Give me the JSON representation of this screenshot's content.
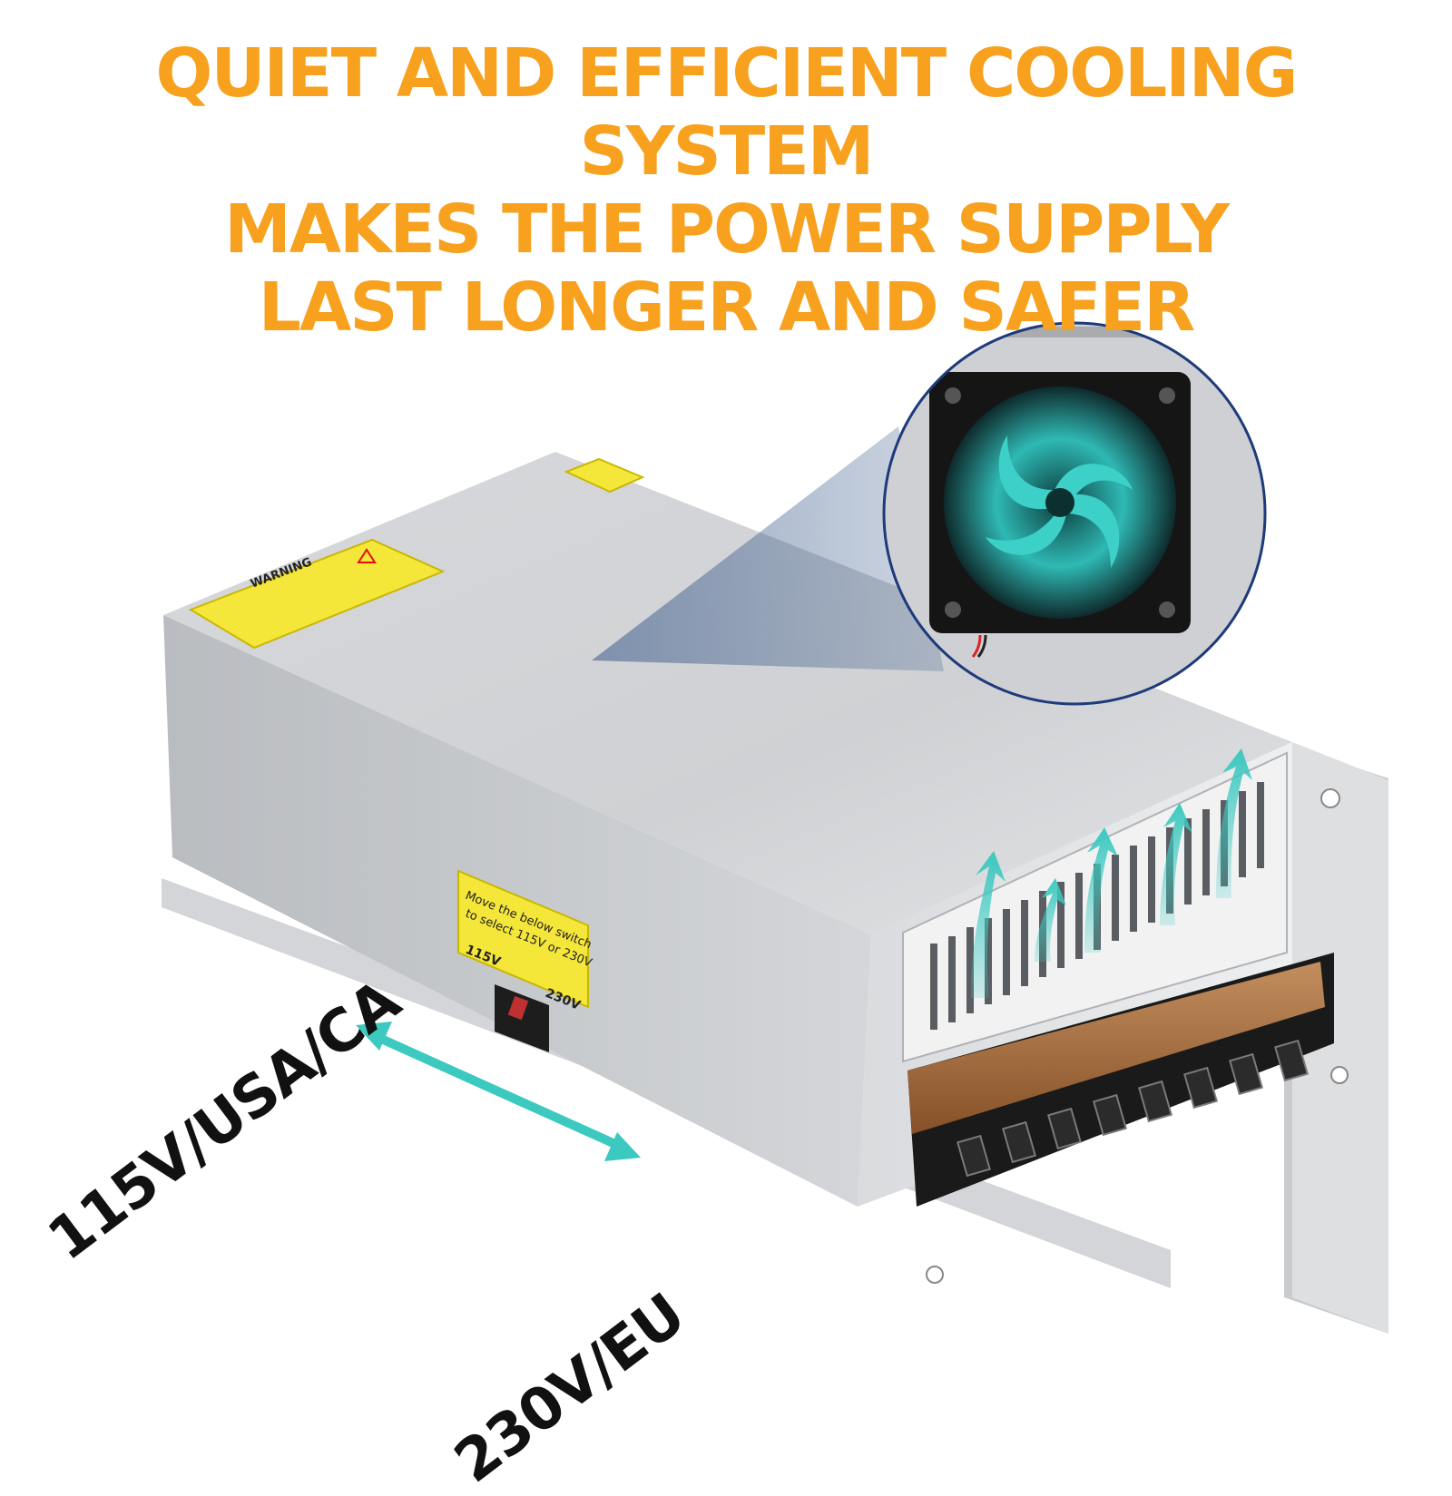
{
  "headline": {
    "lines": [
      "QUIET AND EFFICIENT COOLING SYSTEM",
      "MAKES THE POWER SUPPLY",
      "LAST LONGER AND SAFER"
    ],
    "color": "#F7A11E"
  },
  "labels": {
    "voltage_115": "115V/USA/CA",
    "voltage_230": "230V/EU",
    "switch_sticker_line1": "Move the below switch",
    "switch_sticker_line2": "to select 115V or 230V",
    "switch_115": "115V",
    "switch_230": "230V",
    "warning_title": "WARNING"
  },
  "colors": {
    "accent_teal": "#3CC9C0",
    "sticker_yellow": "#F5E63A",
    "chassis_silver": "#C9CCD0",
    "callout_navy": "#1E3A7A"
  },
  "icons": [
    "fan-icon",
    "airflow-arrow-icon",
    "double-arrow-icon",
    "warning-icon"
  ]
}
